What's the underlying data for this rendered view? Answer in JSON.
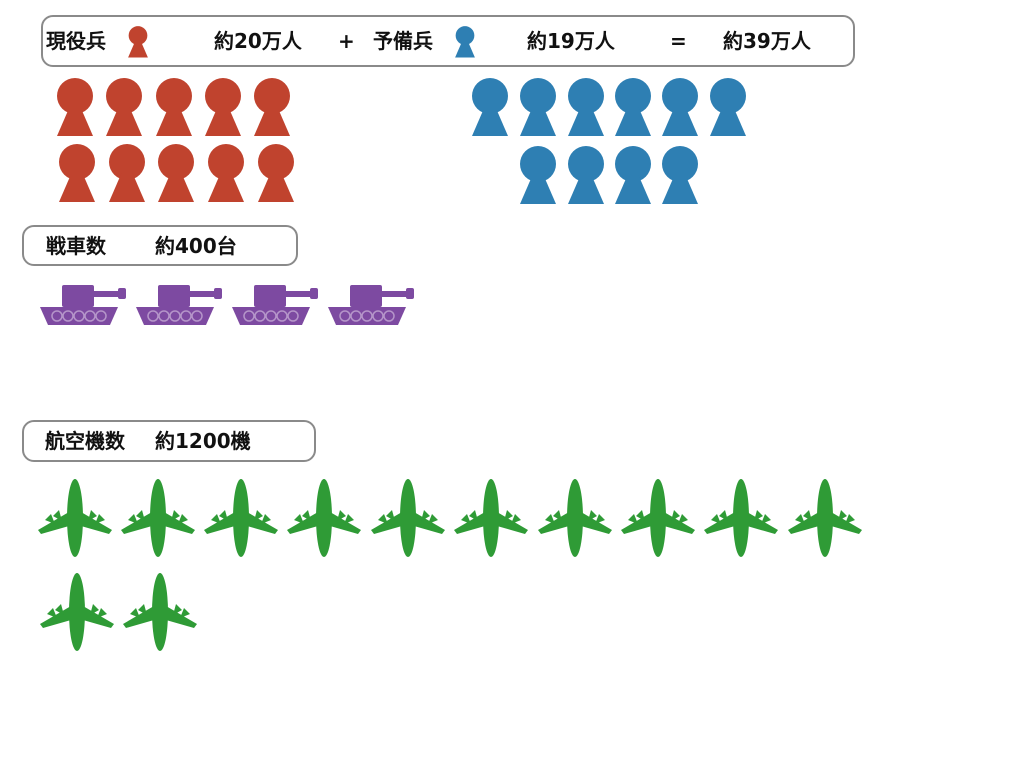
{
  "troops": {
    "active_label": "現役兵",
    "active_value": "約20万人",
    "plus": "+",
    "reserve_label": "予備兵",
    "reserve_value": "約19万人",
    "equals": "=",
    "total_value": "約39万人",
    "active_color": "#c0432e",
    "reserve_color": "#2e7fb3",
    "active_icon": "soldier-pawn-icon",
    "reserve_icon": "soldier-pawn-icon"
  },
  "tanks": {
    "label": "戦車数",
    "value": "約400台",
    "color": "#7d4aa1",
    "icon": "tank-icon"
  },
  "aircraft": {
    "label": "航空機数",
    "value": "約1200機",
    "color": "#2f9b36",
    "icon": "airplane-icon"
  }
}
